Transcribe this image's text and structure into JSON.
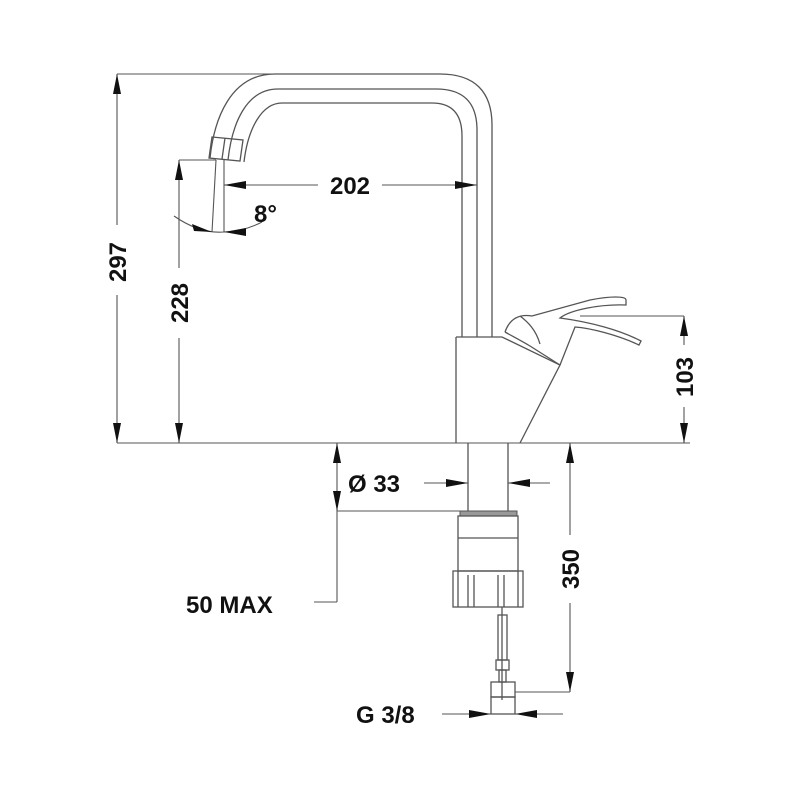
{
  "drawing": {
    "subject": "faucet",
    "dimensions": {
      "overall_height": "297",
      "spout_height": "228",
      "spout_reach": "202",
      "spout_angle": "8°",
      "lever_height": "103",
      "shank_diameter": "Ø 33",
      "max_counter_thickness": "50 MAX",
      "hose_length": "350",
      "connection_thread": "G 3/8"
    },
    "colors": {
      "line": "#555555",
      "text": "#111111",
      "background": "#ffffff"
    }
  }
}
